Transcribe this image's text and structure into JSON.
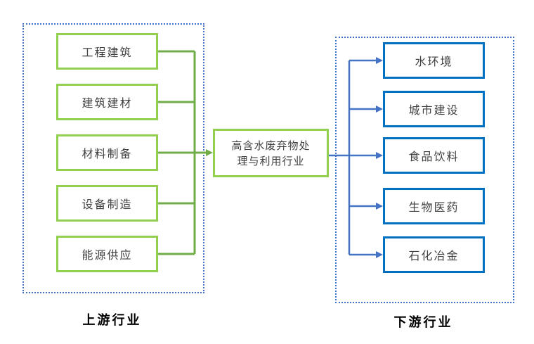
{
  "diagram": {
    "center": {
      "label": "高含水废弃物处理与利用行业",
      "line1": "高含水废弃物处",
      "line2": "理与利用行业"
    },
    "upstream": {
      "title": "上游行业",
      "items": [
        "工程建筑",
        "建筑建材",
        "材料制备",
        "设备制造",
        "能源供应"
      ]
    },
    "downstream": {
      "title": "下游行业",
      "items": [
        "水环境",
        "城市建设",
        "食品饮料",
        "生物医药",
        "石化冶金"
      ]
    }
  },
  "colors": {
    "box_green": "#92D050",
    "connector_green": "#70AD47",
    "box_blue": "#0070C0",
    "connector_blue": "#4472C4",
    "container_border_blue": "#4472C4",
    "text_dark": "#404040",
    "label_black": "#000000",
    "bg_white": "#FFFFFF"
  }
}
